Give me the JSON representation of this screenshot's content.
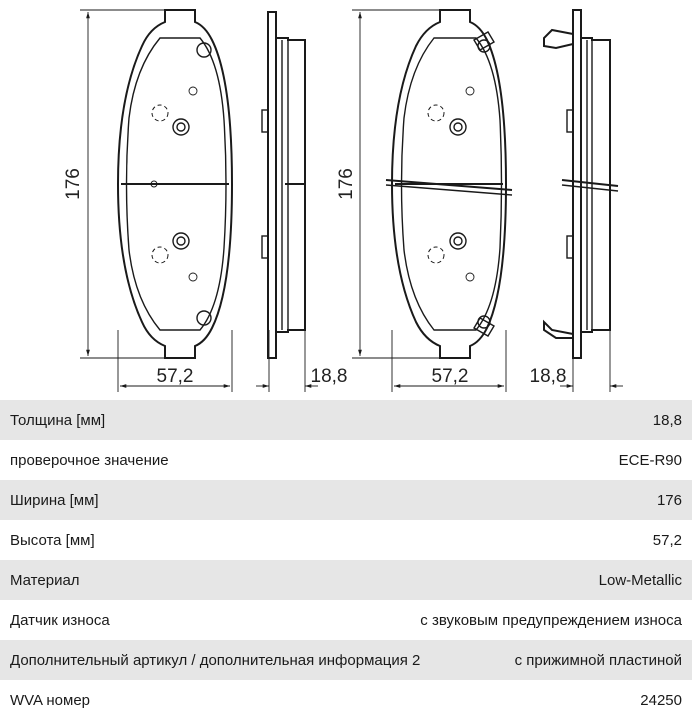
{
  "drawing": {
    "dimensions": {
      "front_height": "176",
      "front_width": "57,2",
      "side_thickness": "18,8",
      "front2_height": "176",
      "front2_width": "57,2",
      "side2_thickness": "18,8"
    }
  },
  "specs": [
    {
      "label": "Толщина [мм]",
      "value": "18,8"
    },
    {
      "label": "проверочное значение",
      "value": "ECE-R90"
    },
    {
      "label": "Ширина [мм]",
      "value": "176"
    },
    {
      "label": "Высота [мм]",
      "value": "57,2"
    },
    {
      "label": "Материал",
      "value": "Low-Metallic"
    },
    {
      "label": "Датчик износа",
      "value": "с звуковым предупреждением износа"
    },
    {
      "label": "Дополнительный артикул / дополнительная информация 2",
      "value": "с прижимной пластиной"
    },
    {
      "label": "WVA номер",
      "value": "24250"
    }
  ]
}
